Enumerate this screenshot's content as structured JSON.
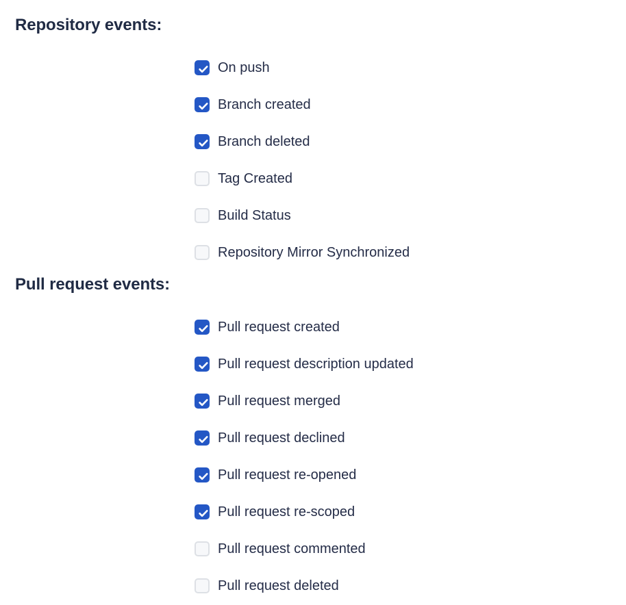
{
  "sections": [
    {
      "id": "repository-events",
      "heading": "Repository events:",
      "options": [
        {
          "label": "On push",
          "checked": true
        },
        {
          "label": "Branch created",
          "checked": true
        },
        {
          "label": "Branch deleted",
          "checked": true
        },
        {
          "label": "Tag Created",
          "checked": false
        },
        {
          "label": "Build Status",
          "checked": false
        },
        {
          "label": "Repository Mirror Synchronized",
          "checked": false
        }
      ]
    },
    {
      "id": "pull-request-events",
      "heading": "Pull request events:",
      "options": [
        {
          "label": "Pull request created",
          "checked": true
        },
        {
          "label": "Pull request description updated",
          "checked": true
        },
        {
          "label": "Pull request merged",
          "checked": true
        },
        {
          "label": "Pull request declined",
          "checked": true
        },
        {
          "label": "Pull request re-opened",
          "checked": true
        },
        {
          "label": "Pull request re-scoped",
          "checked": true
        },
        {
          "label": "Pull request commented",
          "checked": false
        },
        {
          "label": "Pull request deleted",
          "checked": false
        }
      ]
    }
  ],
  "icons": {
    "checkmark": "check-icon"
  },
  "colors": {
    "checked_fill": "#2457c5",
    "checked_tick": "#ffffff",
    "unchecked_fill": "#f7f8fa",
    "unchecked_border": "#dde0e5",
    "text": "#242c47",
    "heading": "#202b44",
    "background": "#ffffff"
  }
}
